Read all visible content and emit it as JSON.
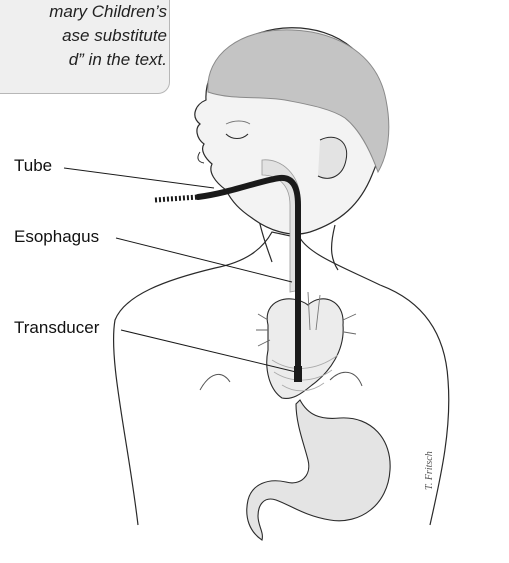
{
  "note": {
    "lines": [
      "mary Children’s",
      "ase substitute",
      "d” in the text."
    ]
  },
  "labels": {
    "tube": "Tube",
    "esophagus": "Esophagus",
    "transducer": "Transducer"
  },
  "signature": "T. Fritsch",
  "colors": {
    "skin_shade": "#e9e9e9",
    "hair": "#c4c4c4",
    "organ_shade": "#d9d9d9",
    "tube": "#1a1a1a",
    "note_bg": "#efefef"
  }
}
